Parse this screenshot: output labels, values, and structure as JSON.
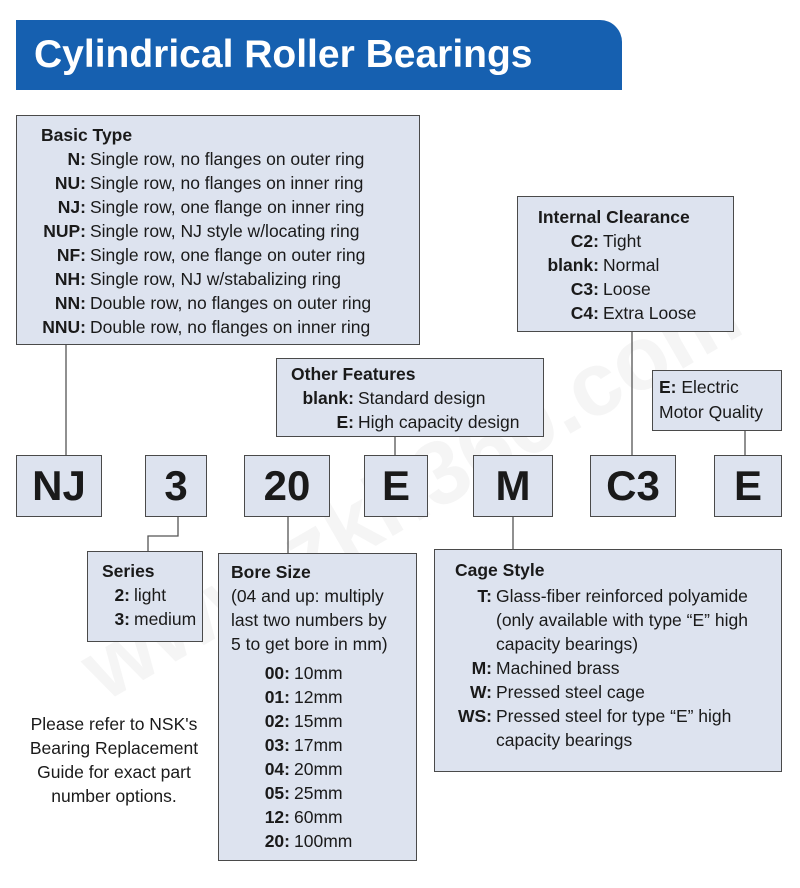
{
  "title": "Cylindrical Roller Bearings",
  "codes": [
    "NJ",
    "3",
    "20",
    "E",
    "M",
    "C3",
    "E"
  ],
  "basic_type": {
    "title": "Basic Type",
    "rows": [
      {
        "k": "N:",
        "v": "Single row, no flanges on outer ring"
      },
      {
        "k": "NU:",
        "v": "Single row, no flanges on inner ring"
      },
      {
        "k": "NJ:",
        "v": "Single row, one flange on inner ring"
      },
      {
        "k": "NUP:",
        "v": "Single row, NJ style w/locating ring"
      },
      {
        "k": "NF:",
        "v": "Single row, one flange on outer ring"
      },
      {
        "k": "NH:",
        "v": "Single row, NJ w/stabalizing ring"
      },
      {
        "k": "NN:",
        "v": "Double row, no flanges on outer ring"
      },
      {
        "k": "NNU:",
        "v": "Double row, no flanges on inner ring"
      }
    ]
  },
  "internal_clearance": {
    "title": "Internal Clearance",
    "rows": [
      {
        "k": "C2:",
        "v": "Tight"
      },
      {
        "k": "blank:",
        "v": "Normal"
      },
      {
        "k": "C3:",
        "v": "Loose"
      },
      {
        "k": "C4:",
        "v": "Extra Loose"
      }
    ]
  },
  "other_features": {
    "title": "Other Features",
    "rows": [
      {
        "k": "blank:",
        "v": "Standard design"
      },
      {
        "k": "E:",
        "v": "High capacity design"
      }
    ]
  },
  "electric": {
    "k": "E:",
    "line1": "Electric",
    "line2": "Motor Quality"
  },
  "series": {
    "title": "Series",
    "rows": [
      {
        "k": "2:",
        "v": "light"
      },
      {
        "k": "3:",
        "v": "medium"
      }
    ]
  },
  "bore_size": {
    "title": "Bore Size",
    "desc": [
      "(04 and up: multiply",
      "last two numbers by",
      "5 to get bore in mm)"
    ],
    "rows": [
      {
        "k": "00:",
        "v": "10mm"
      },
      {
        "k": "01:",
        "v": "12mm"
      },
      {
        "k": "02:",
        "v": "15mm"
      },
      {
        "k": "03:",
        "v": "17mm"
      },
      {
        "k": "04:",
        "v": "20mm"
      },
      {
        "k": "05:",
        "v": "25mm"
      },
      {
        "k": "12:",
        "v": "60mm"
      },
      {
        "k": "20:",
        "v": "100mm"
      }
    ]
  },
  "cage_style": {
    "title": "Cage Style",
    "rows": [
      {
        "k": "T:",
        "v": [
          "Glass-fiber reinforced polyamide",
          "(only available with type “E” high",
          "capacity bearings)"
        ]
      },
      {
        "k": "M:",
        "v": [
          "Machined brass"
        ]
      },
      {
        "k": "W:",
        "v": [
          "Pressed steel cage"
        ]
      },
      {
        "k": "WS:",
        "v": [
          "Pressed steel for type “E” high",
          "capacity bearings"
        ]
      }
    ]
  },
  "note": [
    "Please refer to NSK's",
    "Bearing Replacement",
    "Guide for exact part",
    "number options."
  ],
  "watermark": "www.zkh360.com"
}
